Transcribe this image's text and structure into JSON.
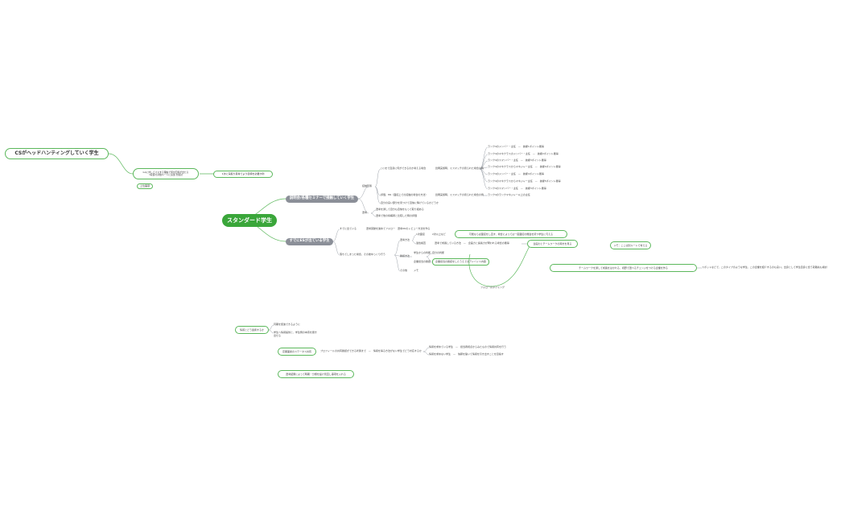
{
  "top": {
    "main_title": "CSがヘッドハンティングしていく学生",
    "branch1": "Goに対してパスする理由で何か回答が出たら\n1段目の評価ルートに追加 を検討",
    "branch2": "1次に深掘り思考でより目標を必要か例",
    "small": "上位事項"
  },
  "root": "スタンダード学生",
  "left_nodes": {
    "seminar": "説明会/各種セミナーで接触していく学生",
    "es": "すでにESが出ている学生"
  },
  "seminar_branch": {
    "approach": "接触形態",
    "yes_node": "○○をで自身に何ができるのか考える場合",
    "yes_desc": "質問実施時、ミスマッチの見られた場合の例",
    "no_node": "評価、HR（面接上での接触の場合の方法）",
    "no_desc": "質問実施時、ミスマッチの見られた場合の例",
    "right_items": [
      "ランク4のメンバー・主任　—　抜擢1ポイント獲得",
      "ランク4のマネクラスのメンバー・主任　—　抜擢2ポイント獲得",
      "ランク4のスマンバー・主任　—　抜擢3ポイント獲得",
      "ランク4のマネクラスからマネジャー主任　—　抜擢4ポイント獲得",
      "ランク4のメンバー・主任　—　抜擢4ポイント獲得",
      "ランク4のマネクラスからマネジャー主任　—　抜擢5ポイント獲得",
      "ランク4のスマンバー・主任　—　抜擢3ポイント獲得",
      "ランク4のランクマネジャー以上の主任"
    ],
    "special": "自分の良い部分を見つけて自信に繋げているかどうか",
    "selection": "選考",
    "sel1": "選考を通して自分も自信をもって取り組める",
    "sel2": "選考で他の候補者と比較した時の評価"
  },
  "es_branch": {
    "already": "すでに出ている",
    "already_desc": "選考突破を進めてフォロー　選考OKのレビュー方法を作る",
    "notyet": "落ちてしまった場合、その後ゆっくり行う",
    "type": "選考方法",
    "type_a": "1次面接",
    "type_a_desc": "2次以上など",
    "type_b": "適性検査",
    "type_b_desc": "選考で成長している方法　—　企画力と提案力が問われる場合の獲得",
    "type_b_result": "企画力とチームワークの両方を見る",
    "reason": "確認方法",
    "reason_a": "学生からの判断",
    "reason_a_desc": "自分の判断",
    "reason_b": "企業担当の確認",
    "reason_b_desc": "企業担当の確認をしたうえでのアドバイス内容",
    "other": "その他",
    "other_desc": "メモ",
    "callout1": "可能ならば面接をし直す、場合によっては一度面接の機会を持つ学生に与える",
    "callout2": "チームワークを通して成長をはかれる、視野で選べるチェンジをつける企業を作る",
    "callout2_tail": "スポットなどで、このタイプのような学生、この企業を紹介するのも良い。出身として学生自身に合う就職先も検討",
    "loop_note": "フォローのタイミング",
    "memo": "メモ：ここは別ルートで考える"
  },
  "bottom": {
    "n1": "情報とどう連携するか",
    "n1_a": "同期を促進できるように",
    "n1_b": "学生へ情報提供と、学生側の本音を聞き\n出せる",
    "n2": "定期面談のステータス共有",
    "n2_desc": "プロフィールの共有確認ができる状態まで　—　情報を得る方法がない学生でどう対応するか",
    "n2_a": "情報を求めている学生　—　担当者視点からみたもので情報共有を行う",
    "n2_b": "情報を求めない学生　—　信頼を築いて情報を引き出すことを目指す",
    "n3": "選考結果によって時期・分類を設け見直し事項を入れる"
  }
}
